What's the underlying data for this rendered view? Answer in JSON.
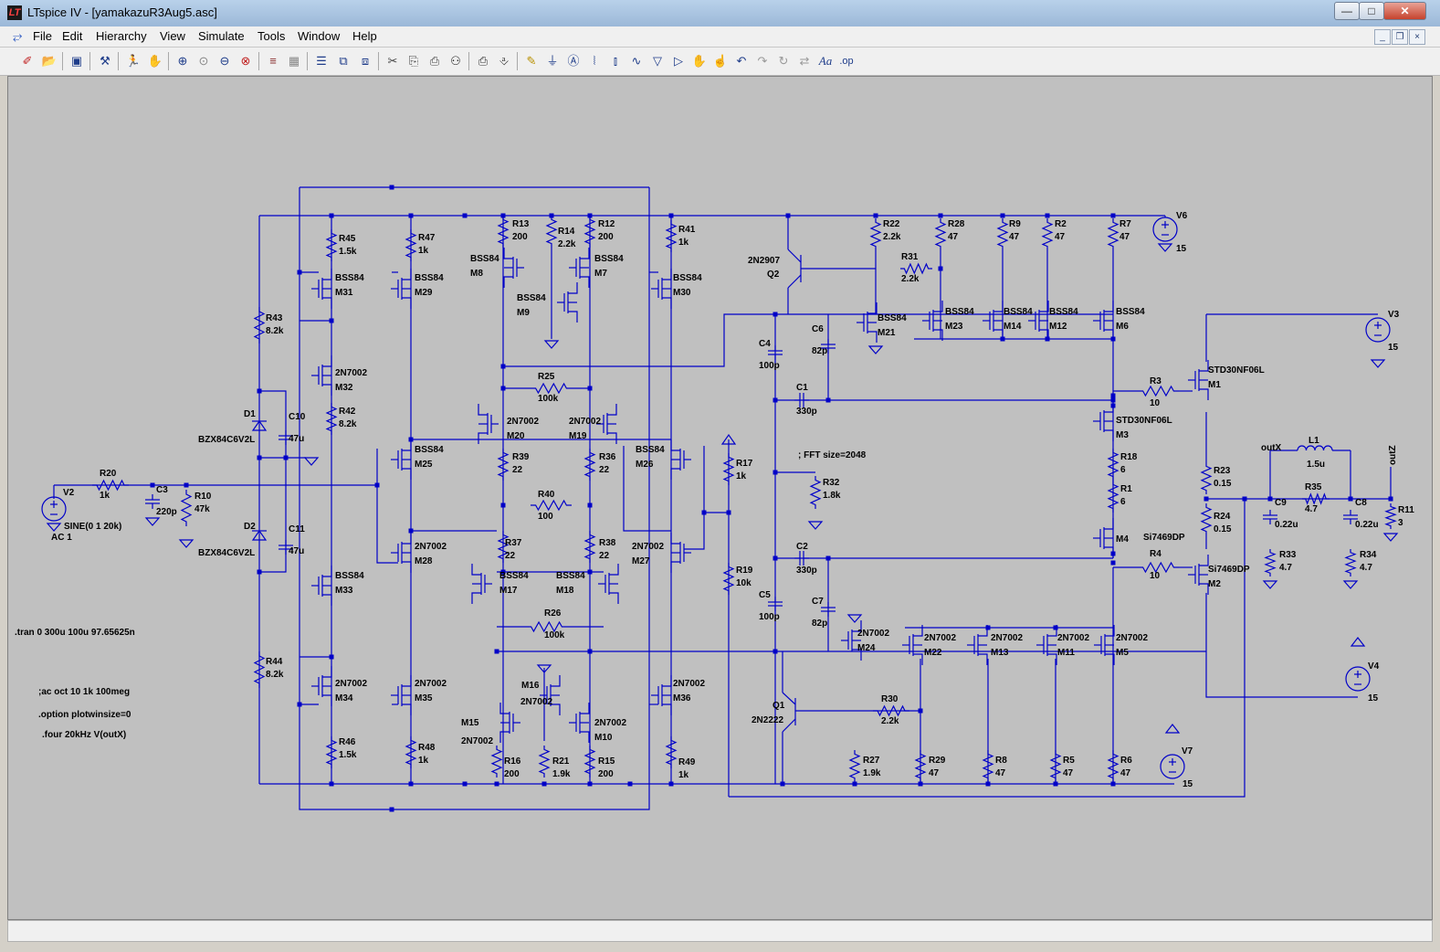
{
  "window": {
    "title": "LTspice IV - [yamakazuR3Aug5.asc]",
    "app_icon": "ltspice-logo-icon",
    "controls": {
      "minimize": "—",
      "maximize": "□",
      "close": "✕"
    }
  },
  "menu": {
    "items": [
      "File",
      "Edit",
      "Hierarchy",
      "View",
      "Simulate",
      "Tools",
      "Window",
      "Help"
    ],
    "mdi_controls": {
      "minimize": "_",
      "restore": "❐",
      "close": "×"
    }
  },
  "toolbar": {
    "buttons": [
      "new-schematic",
      "open",
      "save",
      "control-panel",
      "run",
      "halt",
      "zoom-in",
      "zoom-fit",
      "zoom-out",
      "cancel-zoom",
      "waveform",
      "draft-plot",
      "tile-horizontal",
      "cascade",
      "tile-vertical",
      "cut",
      "copy",
      "paste",
      "find",
      "print-preview",
      "print",
      "wire",
      "ground",
      "label-net",
      "resistor",
      "capacitor",
      "inductor",
      "diode",
      "component",
      "move",
      "drag",
      "undo",
      "redo",
      "rotate",
      "mirror",
      "text",
      "spice-directive"
    ],
    "text_label": "Aa",
    "op_label": ".op"
  },
  "schematic": {
    "directives": [
      ".tran 0 300u 100u 97.65625n",
      ";ac oct 10 1k 100meg",
      ".option plotwinsize=0",
      ".four 20kHz V(outX)"
    ],
    "comment": ";  FFT size=2048",
    "sources": [
      {
        "ref": "V2",
        "value": "SINE(0 1 20k)",
        "value2": "AC 1"
      },
      {
        "ref": "V6",
        "value": "15"
      },
      {
        "ref": "V3",
        "value": "15"
      },
      {
        "ref": "V4",
        "value": "15"
      },
      {
        "ref": "V7",
        "value": "15"
      }
    ],
    "parts": [
      {
        "ref": "R20",
        "value": "1k"
      },
      {
        "ref": "C3",
        "value": "220p"
      },
      {
        "ref": "R10",
        "value": "47k"
      },
      {
        "ref": "R45",
        "value": "1.5k"
      },
      {
        "ref": "M31",
        "value": "BSS84"
      },
      {
        "ref": "R43",
        "value": "8.2k"
      },
      {
        "ref": "M32",
        "value": "2N7002"
      },
      {
        "ref": "R42",
        "value": "8.2k"
      },
      {
        "ref": "D1",
        "value": "BZX84C6V2L"
      },
      {
        "ref": "C10",
        "value": "47u"
      },
      {
        "ref": "D2",
        "value": "BZX84C6V2L"
      },
      {
        "ref": "C11",
        "value": "47u"
      },
      {
        "ref": "M33",
        "value": "BSS84"
      },
      {
        "ref": "R44",
        "value": "8.2k"
      },
      {
        "ref": "M34",
        "value": "2N7002"
      },
      {
        "ref": "R46",
        "value": "1.5k"
      },
      {
        "ref": "R47",
        "value": "1k"
      },
      {
        "ref": "M29",
        "value": "BSS84"
      },
      {
        "ref": "M25",
        "value": "BSS84"
      },
      {
        "ref": "M28",
        "value": "2N7002"
      },
      {
        "ref": "M35",
        "value": "2N7002"
      },
      {
        "ref": "R48",
        "value": "1k"
      },
      {
        "ref": "R13",
        "value": "200"
      },
      {
        "ref": "R14",
        "value": "2.2k"
      },
      {
        "ref": "R12",
        "value": "200"
      },
      {
        "ref": "M8",
        "value": "BSS84"
      },
      {
        "ref": "M7",
        "value": "BSS84"
      },
      {
        "ref": "M9",
        "value": "BSS84"
      },
      {
        "ref": "R25",
        "value": "100k"
      },
      {
        "ref": "M20",
        "value": "2N7002"
      },
      {
        "ref": "M19",
        "value": "2N7002"
      },
      {
        "ref": "R39",
        "value": "22"
      },
      {
        "ref": "R36",
        "value": "22"
      },
      {
        "ref": "R40",
        "value": "100"
      },
      {
        "ref": "R37",
        "value": "22"
      },
      {
        "ref": "R38",
        "value": "22"
      },
      {
        "ref": "M17",
        "value": "BSS84"
      },
      {
        "ref": "M18",
        "value": "BSS84"
      },
      {
        "ref": "R26",
        "value": "100k"
      },
      {
        "ref": "M16",
        "value": "2N7002"
      },
      {
        "ref": "M15",
        "value": "2N7002"
      },
      {
        "ref": "M10",
        "value": "2N7002"
      },
      {
        "ref": "R16",
        "value": "200"
      },
      {
        "ref": "R21",
        "value": "1.9k"
      },
      {
        "ref": "R15",
        "value": "200"
      },
      {
        "ref": "R41",
        "value": "1k"
      },
      {
        "ref": "M30",
        "value": "BSS84"
      },
      {
        "ref": "M26",
        "value": "BSS84"
      },
      {
        "ref": "M27",
        "value": "2N7002"
      },
      {
        "ref": "M36",
        "value": "2N7002"
      },
      {
        "ref": "R49",
        "value": "1k"
      },
      {
        "ref": "R17",
        "value": "1k"
      },
      {
        "ref": "R19",
        "value": "10k"
      },
      {
        "ref": "Q2",
        "value": "2N2907"
      },
      {
        "ref": "C4",
        "value": "100p"
      },
      {
        "ref": "C6",
        "value": "82p"
      },
      {
        "ref": "C1",
        "value": "330p"
      },
      {
        "ref": "M21",
        "value": "BSS84"
      },
      {
        "ref": "R22",
        "value": "2.2k"
      },
      {
        "ref": "R31",
        "value": "2.2k"
      },
      {
        "ref": "R28",
        "value": "47"
      },
      {
        "ref": "R9",
        "value": "47"
      },
      {
        "ref": "R2",
        "value": "47"
      },
      {
        "ref": "R7",
        "value": "47"
      },
      {
        "ref": "M23",
        "value": "BSS84"
      },
      {
        "ref": "M14",
        "value": "BSS84"
      },
      {
        "ref": "M12",
        "value": "BSS84"
      },
      {
        "ref": "M6",
        "value": "BSS84"
      },
      {
        "ref": "R32",
        "value": "1.8k"
      },
      {
        "ref": "C2",
        "value": "330p"
      },
      {
        "ref": "C5",
        "value": "100p"
      },
      {
        "ref": "C7",
        "value": "82p"
      },
      {
        "ref": "M24",
        "value": "2N7002"
      },
      {
        "ref": "Q1",
        "value": "2N2222"
      },
      {
        "ref": "R30",
        "value": "2.2k"
      },
      {
        "ref": "R27",
        "value": "1.9k"
      },
      {
        "ref": "M22",
        "value": "2N7002"
      },
      {
        "ref": "M13",
        "value": "2N7002"
      },
      {
        "ref": "M11",
        "value": "2N7002"
      },
      {
        "ref": "M5",
        "value": "2N7002"
      },
      {
        "ref": "R29",
        "value": "47"
      },
      {
        "ref": "R8",
        "value": "47"
      },
      {
        "ref": "R5",
        "value": "47"
      },
      {
        "ref": "R6",
        "value": "47"
      },
      {
        "ref": "R3",
        "value": "10"
      },
      {
        "ref": "M1",
        "value": "STD30NF06L"
      },
      {
        "ref": "M3",
        "value": "STD30NF06L"
      },
      {
        "ref": "R18",
        "value": "6"
      },
      {
        "ref": "R1",
        "value": "6"
      },
      {
        "ref": "M4",
        "value": "Si7469DP"
      },
      {
        "ref": "R4",
        "value": "10"
      },
      {
        "ref": "M2",
        "value": "Si7469DP"
      },
      {
        "ref": "R23",
        "value": "0.15"
      },
      {
        "ref": "R24",
        "value": "0.15"
      },
      {
        "ref": "L1",
        "value": "1.5u"
      },
      {
        "ref": "R35",
        "value": "4.7"
      },
      {
        "ref": "C9",
        "value": "0.22u"
      },
      {
        "ref": "C8",
        "value": "0.22u"
      },
      {
        "ref": "R33",
        "value": "4.7"
      },
      {
        "ref": "R34",
        "value": "4.7"
      },
      {
        "ref": "R11",
        "value": "3"
      }
    ],
    "net_labels": [
      "outX",
      "outZ"
    ]
  }
}
